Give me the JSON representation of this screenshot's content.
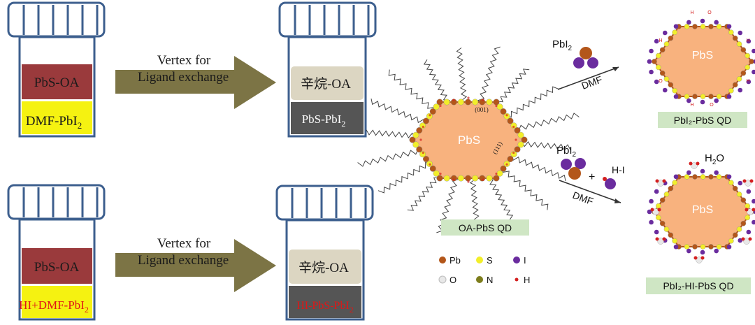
{
  "left_panel": {
    "row1": {
      "vial1": {
        "top_layer": "PbS-OA",
        "bottom_layer_base": "DMF-PbI",
        "bottom_layer_sub": "2"
      },
      "arrow": {
        "line1": "Vertex for",
        "line2": "Ligand exchange"
      },
      "vial2": {
        "top_layer": "辛烷-OA",
        "bottom_layer_base": "PbS-PbI",
        "bottom_layer_sub": "2"
      }
    },
    "row2": {
      "vial1": {
        "top_layer": "PbS-OA",
        "bottom_layer_base": "HI+DMF-PbI",
        "bottom_layer_sub": "2"
      },
      "arrow": {
        "line1": "Vertex for",
        "line2": "Ligand exchange"
      },
      "vial2": {
        "top_layer": "辛烷-OA",
        "bottom_layer_base": "HI-PbS-PbI",
        "bottom_layer_sub": "2"
      }
    }
  },
  "right_panel": {
    "center_qd": {
      "core_label": "PbS",
      "facet_top": "(001)",
      "facet_side": "(111)",
      "caption": "OA-PbS QD"
    },
    "reaction_top": {
      "reagent_base": "PbI",
      "reagent_sub": "2",
      "solvent": "DMF"
    },
    "reaction_bottom": {
      "reagent_base": "PbI",
      "reagent_sub": "2",
      "plus": "+",
      "acid": "H-I",
      "solvent": "DMF"
    },
    "product_top": {
      "core_label": "PbS",
      "caption": "PbI₂-PbS QD",
      "ligand_letters": [
        "H",
        "O",
        "H"
      ]
    },
    "product_bottom": {
      "core_label": "PbS",
      "caption": "PbI₂-HI-PbS QD",
      "water_base": "H",
      "water_sub": "2",
      "water_tail": "O"
    },
    "legend": [
      {
        "symbol": "Pb",
        "color": "#b3561a"
      },
      {
        "symbol": "S",
        "color": "#f2ee2a"
      },
      {
        "symbol": "I",
        "color": "#6a2c9e"
      },
      {
        "symbol": "O",
        "color": "#e8e8e8"
      },
      {
        "symbol": "N",
        "color": "#7d7d1c"
      },
      {
        "symbol": "H",
        "color": "#d42020"
      }
    ]
  },
  "colors": {
    "vial_outline": "#3d5f8e",
    "oa_layer": "#9a3a3c",
    "dmf_layer": "#f5f211",
    "octane_layer": "#dcd6c2",
    "pbs_pbi_layer": "#555555",
    "arrow": "#7c7445",
    "red_text": "#e01616",
    "qd_core": "#f8b27e",
    "caption_bg": "#cfe6c4"
  }
}
